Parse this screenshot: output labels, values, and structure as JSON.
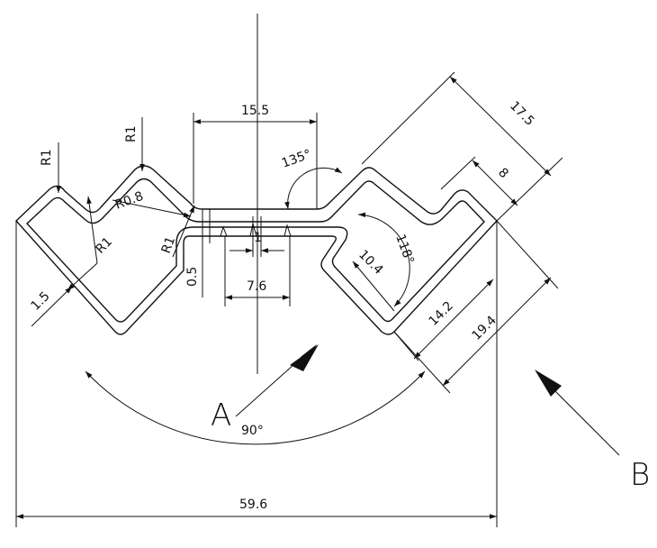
{
  "labels": {
    "d15_5": "15.5",
    "d17_5": "17.5",
    "d8": "8",
    "r1_left": "R1",
    "r1_mid": "R1",
    "r1_lower": "R1",
    "r0_8": "R0.8",
    "r1_small": "R1",
    "d135": "135°",
    "d118": "118°",
    "d10_4": "10.4",
    "d1": "1",
    "d0_5": "0.5",
    "d7_6": "7.6",
    "d1_5": "1.5",
    "d14_2": "14.2",
    "d19_4": "19.4",
    "d90": "90°",
    "d59_6": "59.6",
    "viewA": "A",
    "viewB": "B"
  }
}
